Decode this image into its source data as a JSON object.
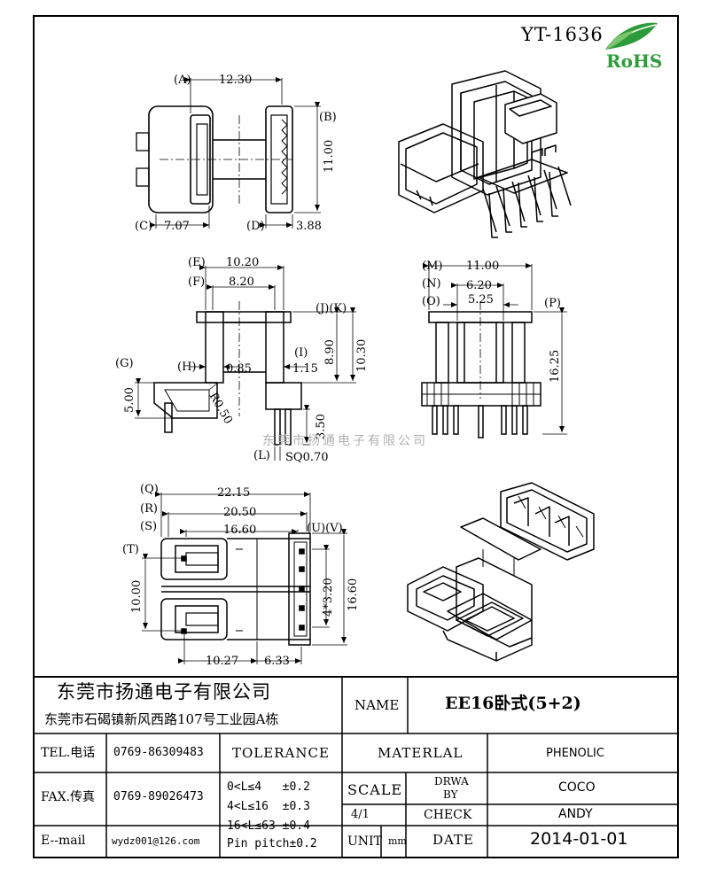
{
  "part_code": "YT-1636",
  "rohs_label": "RoHS",
  "watermark": "东莞市扬通电子有限公司",
  "views": {
    "top": {
      "labels": [
        "A",
        "B",
        "C",
        "D"
      ],
      "dims": {
        "a": "12.30",
        "b": "11.00",
        "c": "7.07",
        "d": "3.88"
      }
    },
    "side": {
      "labels": [
        "E",
        "F",
        "G",
        "H",
        "I",
        "J",
        "K",
        "L"
      ],
      "dims": {
        "e": "10.20",
        "f": "8.20",
        "g": "5.00",
        "h": "0.85",
        "i": "1.15",
        "j": "8.90",
        "k": "10.30",
        "r": "R0.50",
        "l": "3.50",
        "sq": "SQ0.70"
      }
    },
    "front": {
      "labels": [
        "M",
        "N",
        "O",
        "P"
      ],
      "dims": {
        "m": "11.00",
        "n": "6.20",
        "o": "5.25",
        "p": "16.25"
      }
    },
    "bottom": {
      "labels": [
        "Q",
        "R",
        "S",
        "T",
        "U",
        "V"
      ],
      "dims": {
        "q": "22.15",
        "r": "20.50",
        "s": "16.60",
        "t": "10.00",
        "u": "4*3.20",
        "v": "16.60",
        "w": "10.27",
        "x": "6.33"
      }
    }
  },
  "title_block": {
    "company": "东莞市扬通电子有限公司",
    "address": "东莞市石碣镇新风西路107号工业园A栋",
    "name_label": "NAME",
    "name_value": "EE16卧式(5+2)",
    "tel_label": "TEL.电话",
    "tel_value": "0769-86309483",
    "fax_label": "FAX.传真",
    "fax_value": "0769-89026473",
    "email_label": "E--mail",
    "email_value": "wydz001@126.com",
    "tolerance_label": "TOLERANCE",
    "tolerance_rows": [
      "0<L≤4   ±0.2",
      "4<L≤16  ±0.3",
      "16<L≤63 ±0.4",
      "Pin pitch±0.2"
    ],
    "material_label": "MATERLAL",
    "material_value": "PHENOLIC",
    "scale_label": "SCALE",
    "scale_value": "4/1",
    "unit_label": "UNIT",
    "unit_value": "mm",
    "drawn_label_1": "DRWA",
    "drawn_label_2": "BY",
    "drawn_value": "COCO",
    "check_label": "CHECK",
    "check_value": "ANDY",
    "date_label": "DATE",
    "date_value": "2014-01-01"
  }
}
